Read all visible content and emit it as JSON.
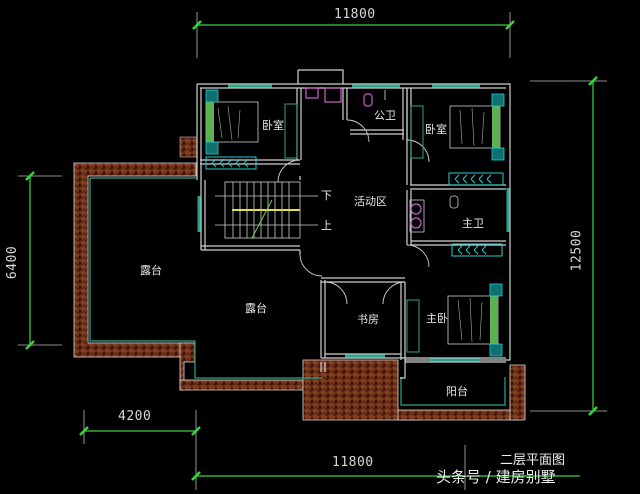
{
  "drawing": {
    "title": "二层平面图",
    "watermark": "头条号 / 建房别墅",
    "background": "#000000",
    "colors": {
      "wall": "#d0d0d0",
      "window": "#2aa58a",
      "dimension": "#3ad43a",
      "brick": "#b0502a",
      "fixture": "#d060d0",
      "wardrobe": "#20d0d0",
      "stair_rail": "#e0e040"
    }
  },
  "dimensions": {
    "top_width": "11800",
    "bottom_width": "11800",
    "bottom_left": "4200",
    "left_height": "6400",
    "right_height": "12500"
  },
  "rooms": {
    "bedroom_nw": "卧室",
    "bedroom_ne": "卧室",
    "public_bath": "公卫",
    "master_bath": "主卫",
    "activity_area": "活动区",
    "terrace_west": "露台",
    "terrace_center": "露台",
    "study": "书房",
    "master_bedroom": "主卧",
    "balcony": "阳台"
  },
  "stairs": {
    "down": "下",
    "up": "上"
  }
}
